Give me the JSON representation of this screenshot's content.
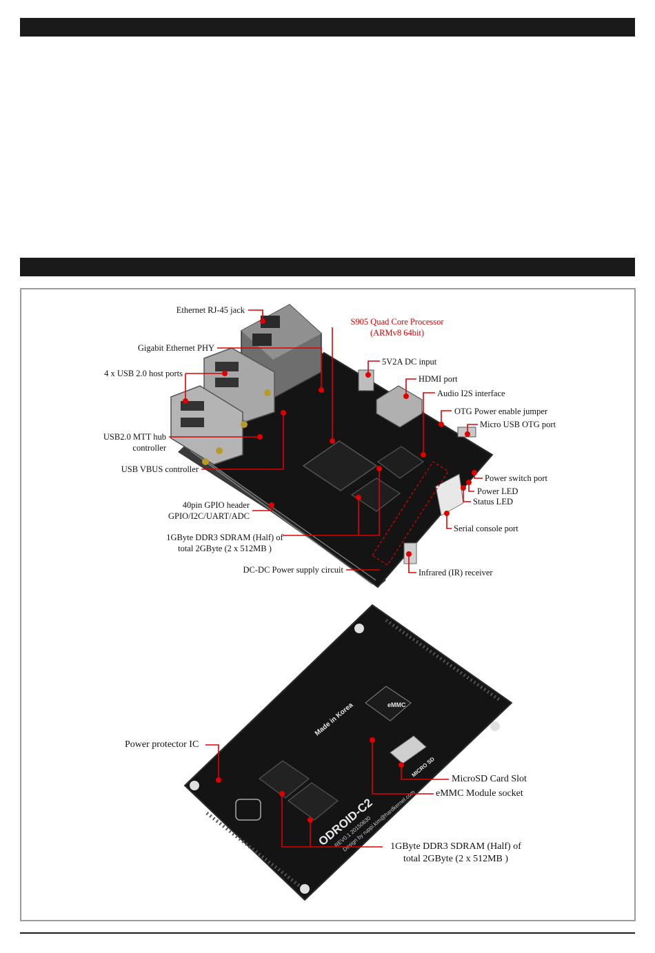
{
  "colors": {
    "header_bar": "#1a1a1a",
    "frame_border": "#9a9a9a",
    "callout_line": "#e00000",
    "board": "#111111",
    "processor_label": "#d40000"
  },
  "top_view": {
    "labels": {
      "ethernet_jack": "Ethernet RJ-45 jack",
      "gigabit_phy": "Gigabit Ethernet PHY",
      "usb_host_ports": "4 x USB 2.0 host ports",
      "usb_hub_line1": "USB2.0 MTT hub",
      "usb_hub_line2": "controller",
      "usb_vbus": "USB VBUS controller",
      "gpio_line1": "40pin GPIO header",
      "gpio_line2": "GPIO/I2C/UART/ADC",
      "ddr3_top_line1": "1GByte DDR3 SDRAM (Half) of",
      "ddr3_top_line2": "total 2GByte (2 x 512MB )",
      "dcdc": "DC-DC Power supply circuit",
      "processor_line1": "S905 Quad Core Processor",
      "processor_line2": "(ARMv8 64bit)",
      "dc_input": "5V2A DC input",
      "hdmi": "HDMI port",
      "audio_i2s": "Audio I2S interface",
      "otg_jumper": "OTG Power enable jumper",
      "micro_usb_otg": "Micro USB OTG port",
      "power_switch": "Power switch port",
      "power_led": "Power LED",
      "status_led": "Status LED",
      "serial_console": "Serial console port",
      "ir_receiver": "Infrared (IR) receiver"
    }
  },
  "bottom_view": {
    "labels": {
      "power_protector": "Power protector IC",
      "microsd_slot": "MicroSD Card Slot",
      "emmc_socket": "eMMC Module socket",
      "ddr3_bottom_line1": "1GByte DDR3 SDRAM (Half) of",
      "ddr3_bottom_line2": "total 2GByte (2 x 512MB )"
    },
    "silkscreen": {
      "board_name": "ODROID-C2",
      "revision": "REV0.1 20150630",
      "credit": "Design by ruppi.kim@hardkernel.com",
      "made_in": "Made in Korea",
      "emmc": "eMMC",
      "micro_sd": "MICRO SD"
    }
  }
}
